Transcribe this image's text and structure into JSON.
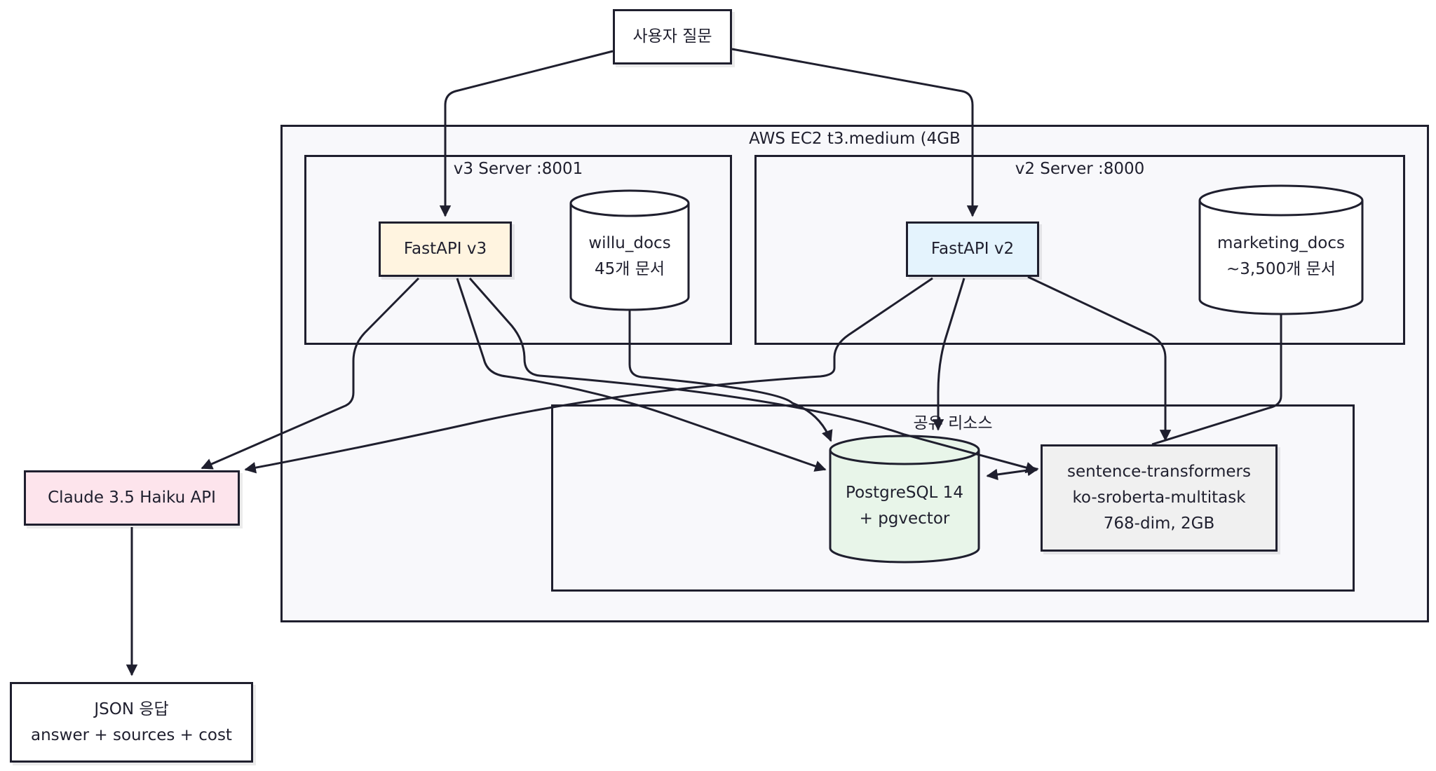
{
  "nodes": {
    "user_question": "사용자 질문",
    "fastapi_v3": "FastAPI v3",
    "willu_docs": "willu_docs\n45개 문서",
    "fastapi_v2": "FastAPI v2",
    "marketing_docs": "marketing_docs\n~3,500개 문서",
    "postgres": "PostgreSQL 14\n+ pgvector",
    "sentence_transformers": "sentence-transformers\nko-sroberta-multitask\n768-dim, 2GB",
    "claude_api": "Claude 3.5 Haiku API",
    "json_response": "JSON 응답\nanswer + sources + cost"
  },
  "groups": {
    "aws": "AWS EC2 t3.medium (4GB",
    "v3_server": "v3 Server :8001",
    "v2_server": "v2 Server :8000",
    "shared": "공유 리소스"
  },
  "colors": {
    "stroke": "#1f1f2e",
    "group_fill": "#f8f8fb",
    "fastapi_v3_fill": "#fff4e0",
    "fastapi_v2_fill": "#e4f3fd",
    "postgres_fill": "#e8f5e9",
    "st_fill": "#f0f0f0",
    "claude_fill": "#fde4ec"
  }
}
